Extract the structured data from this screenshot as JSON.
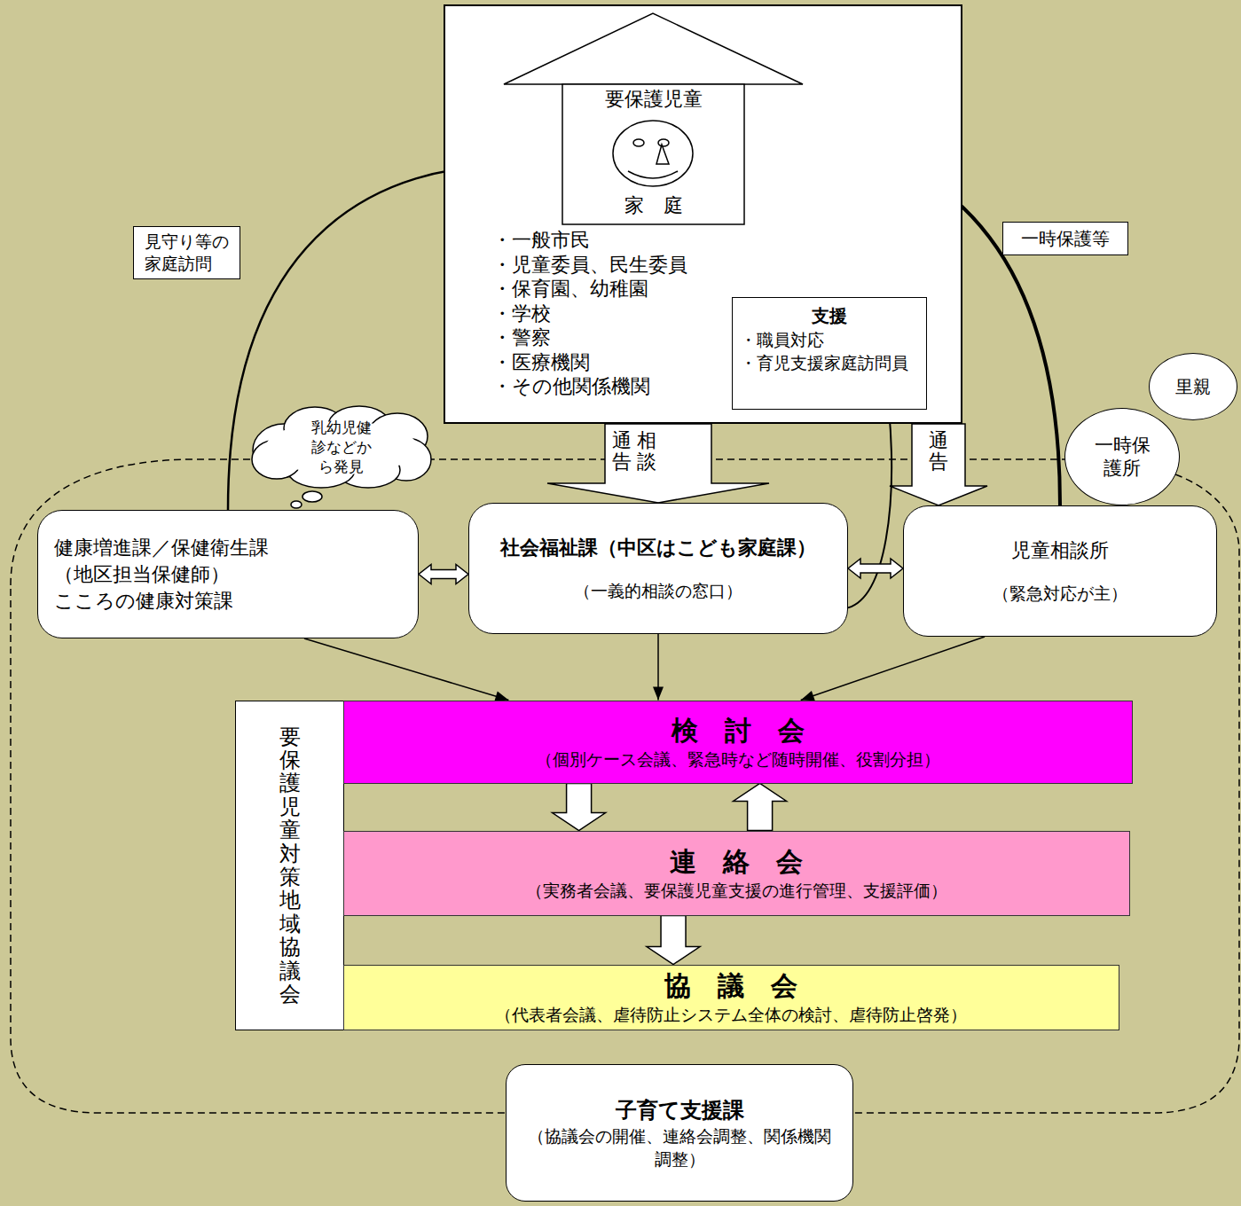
{
  "diagram": {
    "nodes": [
      {
        "text": [
          "・一般市民",
          "・児童委員、民生委員",
          "・保育園、幼稚園",
          "・学校",
          "・警察",
          "・医療機関",
          "・その他関係機関"
        ]
      },
      {
        "text": [
          "要保護児童",
          "家　庭"
        ],
        "in": 0
      },
      {
        "text": [
          "支援",
          "・職員対応",
          "・育児支援家庭訪問員"
        ],
        "in": 0
      },
      {
        "text": [
          "里親"
        ]
      },
      {
        "text": [
          "乳幼児健診などから発見"
        ]
      },
      {
        "text": [
          "一時保護所"
        ]
      },
      {
        "text": [
          "健康増進課／保健衛生課 （地区担当保健師） こころの健康対策課"
        ]
      },
      {
        "text": [
          "社会福祉課（中区はこども家庭課）",
          "（一義的相談の窓口）"
        ]
      },
      {
        "text": [
          "児童相談所",
          "（緊急対応が主）"
        ]
      },
      {
        "text": [
          "要保護児童対策地域協議会"
        ]
      },
      {
        "text": [
          "検　討　会",
          "（個別ケース会議、緊急時など随時開催、役割分担）"
        ],
        "in": 9
      },
      {
        "text": [
          "連　絡　会",
          "（実務者会議、要保護児童支援の進行管理、支援評価）"
        ],
        "in": 9
      },
      {
        "text": [
          "協　議　会",
          "（代表者会議、虐待防止システム全体の検討、虐待防止啓発）"
        ],
        "in": 9
      },
      {
        "text": [
          "子育て支援課",
          "（協議会の開催、連絡会調整、関係機関調整）"
        ]
      }
    ],
    "edges": [
      {
        "from": 6,
        "to": 1,
        "arrow": "to",
        "label": "見守り等の家庭訪問"
      },
      {
        "from": 8,
        "to": 1,
        "arrow": "to",
        "label": "一時保護等"
      },
      {
        "from": 7,
        "to": 1,
        "arrow": "to"
      },
      {
        "from": 0,
        "to": 7,
        "arrow": "to",
        "label": "通告"
      },
      {
        "from": 0,
        "to": 8,
        "arrow": "to",
        "label": "通告"
      },
      {
        "from": 6,
        "to": 7,
        "arrow": "both"
      },
      {
        "from": 7,
        "to": 8,
        "arrow": "both"
      },
      {
        "from": 6,
        "to": 10,
        "arrow": "to"
      },
      {
        "from": 7,
        "to": 10,
        "arrow": "to"
      },
      {
        "from": 8,
        "to": 10,
        "arrow": "to"
      },
      {
        "from": 10,
        "to": 11,
        "arrow": "to"
      },
      {
        "from": 11,
        "to": 10,
        "arrow": "to"
      },
      {
        "from": 11,
        "to": 12,
        "arrow": "to"
      }
    ],
    "labels": [
      "相談"
    ]
  }
}
